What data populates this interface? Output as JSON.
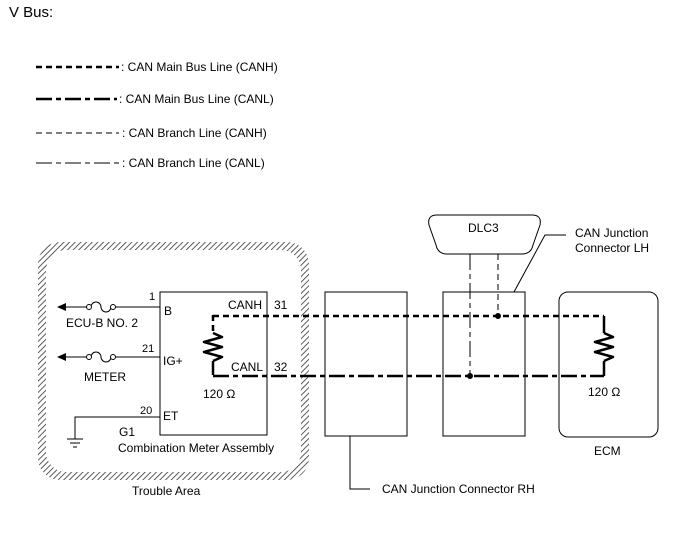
{
  "title": "V Bus:",
  "legend": [
    {
      "label": ": CAN Main Bus Line (CANH)",
      "style": "main-canh"
    },
    {
      "label": ": CAN Main Bus Line (CANL)",
      "style": "main-canl"
    },
    {
      "label": ": CAN Branch Line (CANH)",
      "style": "branch-canh"
    },
    {
      "label": ": CAN Branch Line (CANL)",
      "style": "branch-canl"
    }
  ],
  "trouble_area": {
    "label": "Trouble Area"
  },
  "meter": {
    "name": "Combination Meter Assembly",
    "ground_label": "G1",
    "resistor": "120 Ω",
    "pins": {
      "b": {
        "num": "1",
        "name": "B",
        "wire": "ECU-B NO. 2"
      },
      "ig": {
        "num": "21",
        "name": "IG+",
        "wire": "METER"
      },
      "et": {
        "num": "20",
        "name": "ET"
      },
      "canh": {
        "name": "CANH",
        "num": "31"
      },
      "canl": {
        "name": "CANL",
        "num": "32"
      }
    }
  },
  "dlc3": {
    "label": "DLC3"
  },
  "junction_lh": {
    "label_line1": "CAN Junction",
    "label_line2": "Connector LH"
  },
  "junction_rh": {
    "label": "CAN Junction Connector RH"
  },
  "ecm": {
    "label": "ECM",
    "resistor": "120 Ω"
  },
  "colors": {
    "line": "#000000",
    "trouble_border": "#888888"
  }
}
